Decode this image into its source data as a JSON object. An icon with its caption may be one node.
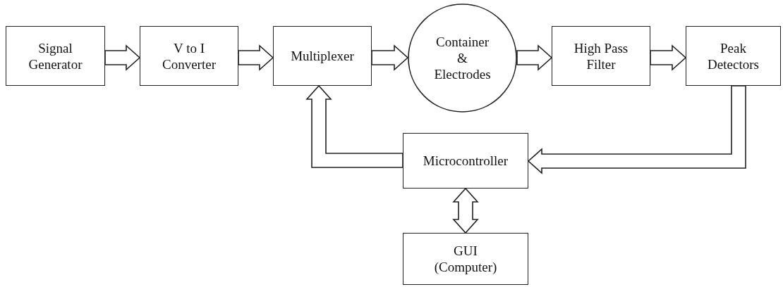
{
  "diagram": {
    "nodes": [
      {
        "text": [
          "Signal Generator"
        ]
      },
      {
        "text": [
          "V to I Converter"
        ]
      },
      {
        "text": [
          "Multiplexer"
        ]
      },
      {
        "text": [
          "Container & Electrodes"
        ]
      },
      {
        "text": [
          "High Pass Filter"
        ]
      },
      {
        "text": [
          "Peak Detectors"
        ]
      },
      {
        "text": [
          "Microcontroller"
        ]
      },
      {
        "text": [
          "GUI (Computer)"
        ]
      }
    ],
    "edges": [
      {
        "from": 0,
        "to": 1,
        "arrow": "to"
      },
      {
        "from": 1,
        "to": 2,
        "arrow": "to"
      },
      {
        "from": 2,
        "to": 3,
        "arrow": "to"
      },
      {
        "from": 3,
        "to": 4,
        "arrow": "to"
      },
      {
        "from": 4,
        "to": 5,
        "arrow": "to"
      },
      {
        "from": 5,
        "to": 6,
        "arrow": "to"
      },
      {
        "from": 6,
        "to": 2,
        "arrow": "to"
      },
      {
        "from": 6,
        "to": 7,
        "arrow": "both"
      }
    ]
  }
}
